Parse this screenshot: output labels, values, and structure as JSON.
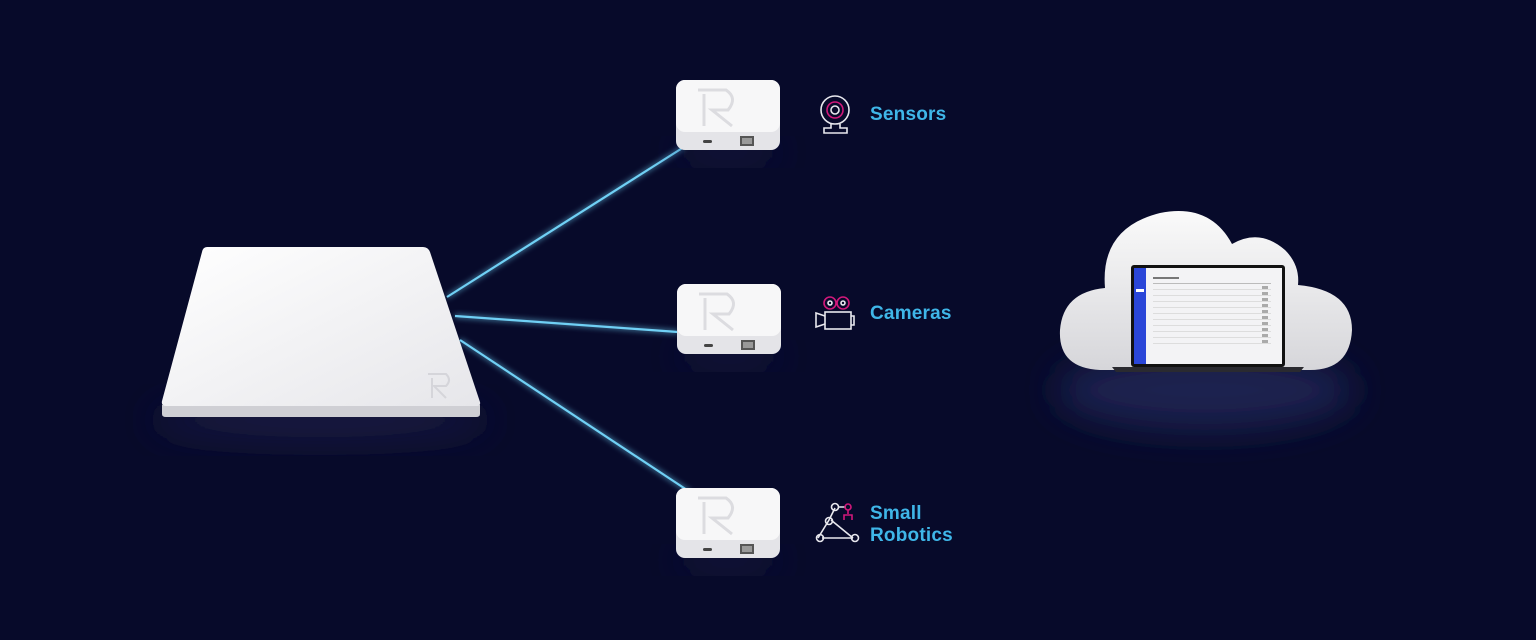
{
  "nodes": [
    {
      "label": "Sensors",
      "icon": "webcam-icon"
    },
    {
      "label": "Cameras",
      "icon": "video-camera-icon"
    },
    {
      "label": "Small Robotics",
      "icon": "robot-arm-icon"
    }
  ],
  "colors": {
    "background": "#070a2a",
    "accent": "#3fb6e8",
    "icon_accent": "#d0187a",
    "line": "#6fd0f5"
  }
}
